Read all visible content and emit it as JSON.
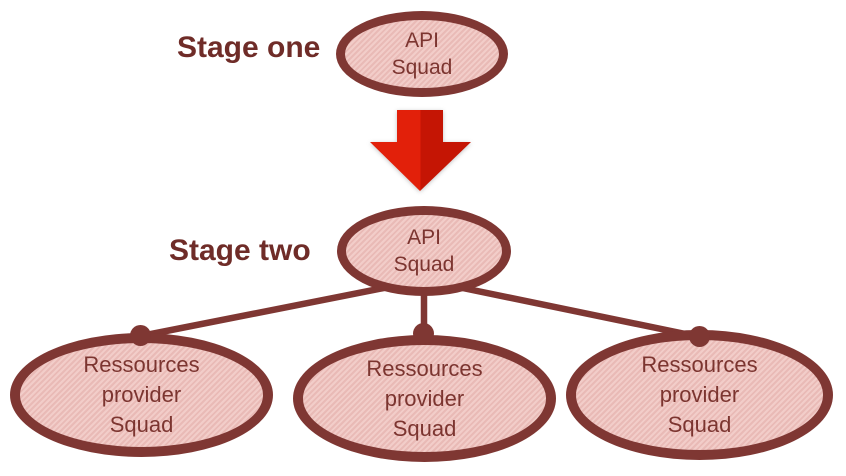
{
  "diagram": {
    "labels": {
      "stage_one": "Stage one",
      "stage_two": "Stage two"
    },
    "nodes": {
      "stage_one_api": {
        "line1": "API",
        "line2": "Squad"
      },
      "stage_two_api": {
        "line1": "API",
        "line2": "Squad"
      },
      "resource_squads": [
        {
          "line1": "Ressources",
          "line2": "provider",
          "line3": "Squad"
        },
        {
          "line1": "Ressources",
          "line2": "provider",
          "line3": "Squad"
        },
        {
          "line1": "Ressources",
          "line2": "provider",
          "line3": "Squad"
        }
      ]
    },
    "icons": {
      "down_arrow": "red-down-arrow-icon"
    },
    "colors": {
      "outline": "#7f3733",
      "fill_base": "#e9bab6",
      "fill_stripe": "#f2cdc9",
      "node_text": "#7c3530",
      "stage_label_text": "#6f2c28",
      "arrow_left": "#e2200a",
      "arrow_right": "#c51504",
      "background": "#ffffff"
    }
  }
}
